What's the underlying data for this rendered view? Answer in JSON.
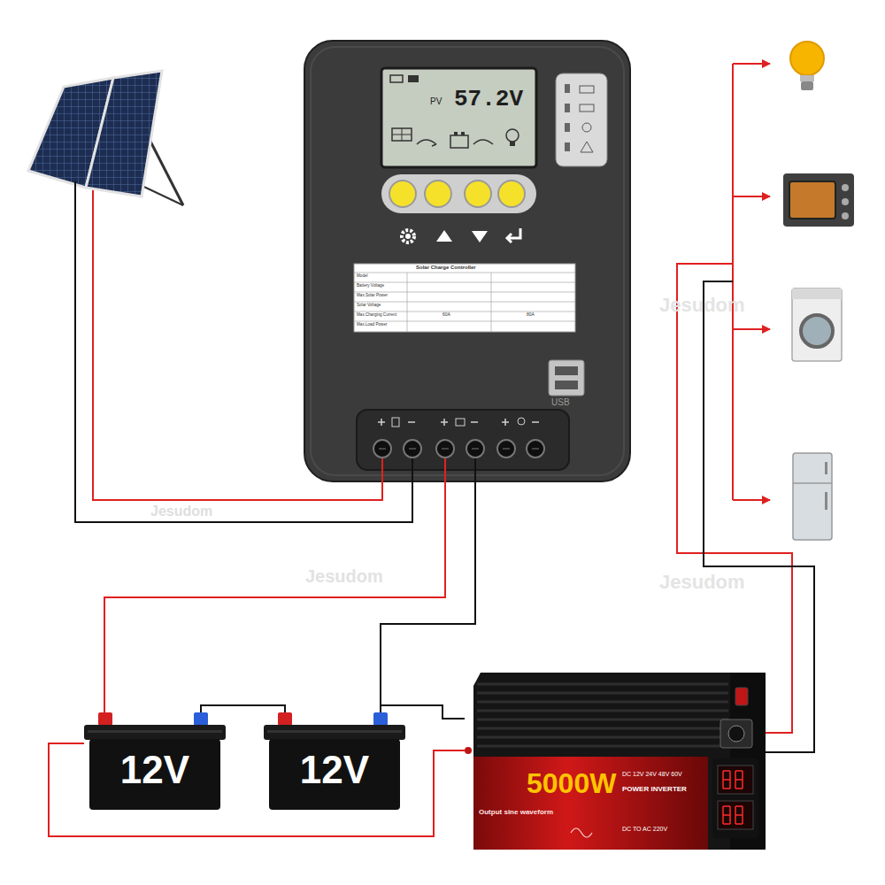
{
  "diagram": {
    "nodes": [
      {
        "text": [
          "PV",
          "57.2V",
          "USB"
        ]
      },
      {
        "text": [
          "12V"
        ]
      },
      {
        "text": [
          "12V"
        ]
      },
      {
        "text": [
          "5000W",
          "DC 12V 24V 48V 60V",
          "POWER INVERTER",
          "Output sine waveform",
          "DC TO AC 220V"
        ]
      }
    ],
    "edges": [
      {
        "from": 0,
        "to": 1,
        "arrow": "none"
      },
      {
        "from": 0,
        "to": 2,
        "arrow": "none"
      },
      {
        "from": 1,
        "to": 2,
        "arrow": "none"
      },
      {
        "from": 1,
        "to": 3,
        "arrow": "none"
      },
      {
        "from": 2,
        "to": 3,
        "arrow": "none"
      }
    ],
    "labels": [
      "Solar Charge Controller",
      "Model",
      "Battery Voltage",
      "Max.Solar Power",
      "Solar Voltage",
      "Max.Charging Current",
      "Max.Load Power",
      "60A",
      "80A",
      "Jesudom",
      "Jesudom",
      "Jesudom",
      "Jesudom"
    ]
  }
}
